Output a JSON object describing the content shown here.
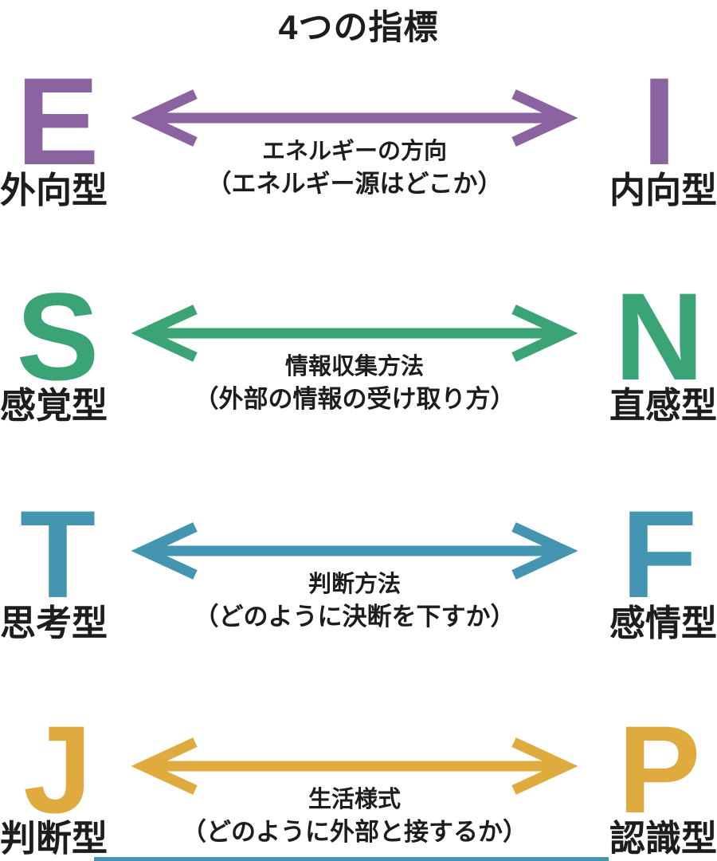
{
  "title": "4つの指標",
  "colors": {
    "purple": "#8a63a0",
    "green": "#3aa476",
    "blue": "#4495b1",
    "gold": "#e0ab3e",
    "text": "#1d1d1d",
    "background": "#ffffff"
  },
  "rows": [
    {
      "left_letter": "E",
      "left_label": "外向型",
      "right_letter": "I",
      "right_label": "内向型",
      "heading": "エネルギーの方向",
      "subtext": "（エネルギー源はどこか）",
      "color": "#8a63a0"
    },
    {
      "left_letter": "S",
      "left_label": "感覚型",
      "right_letter": "N",
      "right_label": "直感型",
      "heading": "情報収集方法",
      "subtext": "（外部の情報の受け取り方）",
      "color": "#3aa476"
    },
    {
      "left_letter": "T",
      "left_label": "思考型",
      "right_letter": "F",
      "right_label": "感情型",
      "heading": "判断方法",
      "subtext": "（どのように決断を下すか）",
      "color": "#4495b1"
    },
    {
      "left_letter": "J",
      "left_label": "判断型",
      "right_letter": "P",
      "right_label": "認識型",
      "heading": "生活様式",
      "subtext": "（どのように外部と接するか）",
      "color": "#e0ab3e"
    }
  ],
  "bottom_bar_color": "#4495b1"
}
